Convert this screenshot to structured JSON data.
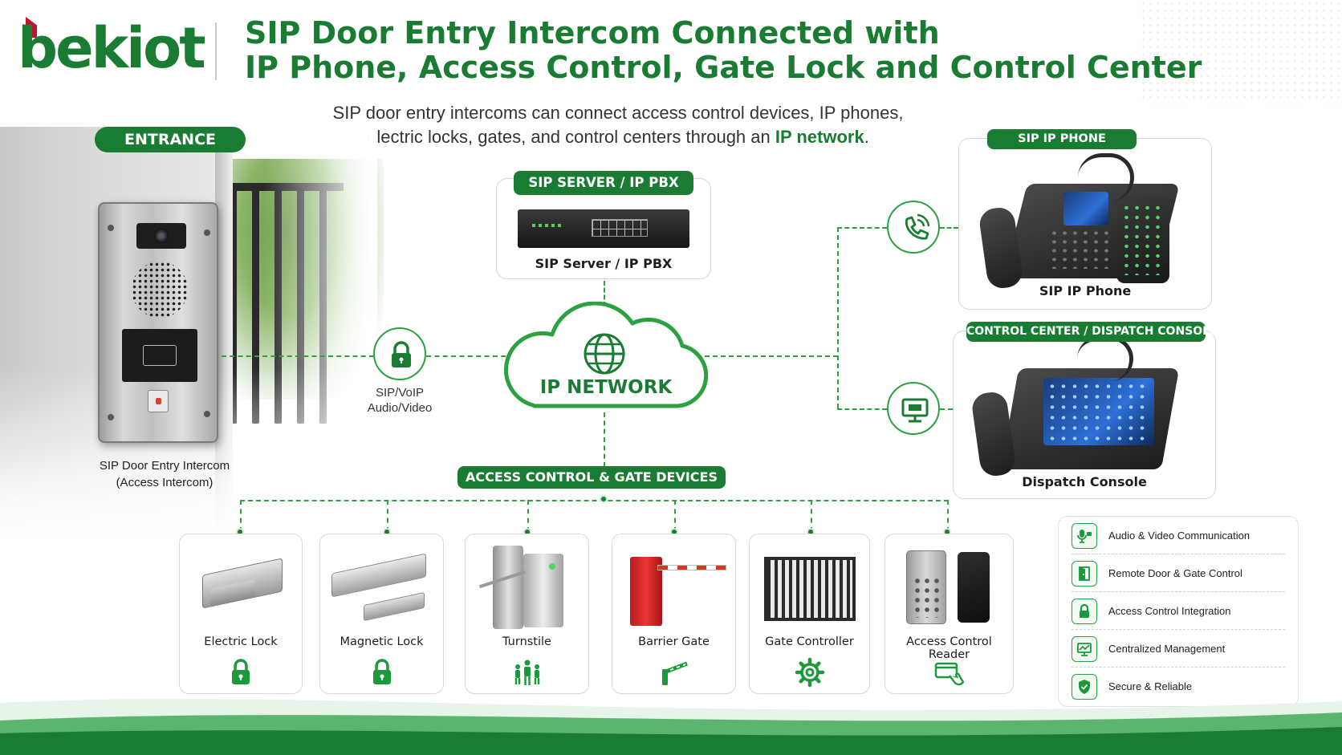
{
  "brand": {
    "logo_text": "bekiot",
    "green": "#1a7c33",
    "accent_red": "#c8102e"
  },
  "title": {
    "line1": "SIP Door Entry Intercom Connected with",
    "line2": "IP Phone, Access Control, Gate Lock and Control Center"
  },
  "subtitle": {
    "line1": "SIP door entry intercoms can connect access control devices, IP phones,",
    "line2_prefix": "electric locks, gates, and control centers through an ",
    "line2_highlight": "IP network",
    "line2_suffix": "."
  },
  "entrance": {
    "label": "ENTRANCE",
    "caption_line1": "SIP Door Entry Intercom",
    "caption_line2": "(Access Intercom)"
  },
  "link": {
    "icon": "lock-icon",
    "caption_line1": "SIP/VoIP",
    "caption_line2": "Audio/Video"
  },
  "server": {
    "label": "SIP SERVER / IP PBX",
    "caption": "SIP Server / IP PBX"
  },
  "network": {
    "label": "IP NETWORK",
    "icon": "globe-icon"
  },
  "phone": {
    "label": "SIP IP PHONE",
    "caption": "SIP IP Phone",
    "link_icon": "phone-call-icon"
  },
  "console": {
    "label": "CONTROL CENTER / DISPATCH CONSOLE",
    "caption": "Dispatch Console",
    "link_icon": "monitor-icon"
  },
  "access": {
    "label": "ACCESS CONTROL & GATE DEVICES",
    "devices": [
      {
        "name": "Electric Lock",
        "icon": "lock-icon"
      },
      {
        "name": "Magnetic Lock",
        "icon": "lock-icon"
      },
      {
        "name": "Turnstile",
        "icon": "people-icon"
      },
      {
        "name": "Barrier Gate",
        "icon": "barrier-icon"
      },
      {
        "name": "Gate Controller",
        "icon": "gear-icon"
      },
      {
        "name": "Access Control Reader",
        "icon": "card-tap-icon"
      }
    ]
  },
  "features": [
    {
      "label": "Audio & Video Communication",
      "icon": "microphone-camera-icon"
    },
    {
      "label": "Remote Door & Gate Control",
      "icon": "door-icon"
    },
    {
      "label": "Access Control Integration",
      "icon": "lock-icon"
    },
    {
      "label": "Centralized Management",
      "icon": "monitor-chart-icon"
    },
    {
      "label": "Secure & Reliable",
      "icon": "shield-icon"
    }
  ]
}
